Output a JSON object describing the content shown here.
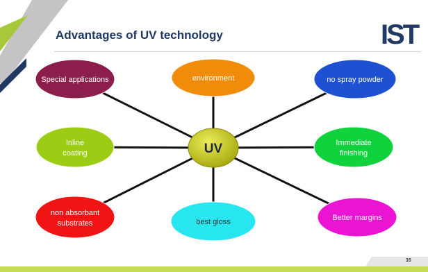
{
  "slide": {
    "title": "Advantages of UV technology",
    "logo_text": "IST",
    "page_number": "16"
  },
  "diagram": {
    "center": {
      "label": "UV",
      "color": "#c8c814"
    },
    "nodes": [
      {
        "id": "special-applications",
        "label": "Special applications",
        "color": "#8b1e4b"
      },
      {
        "id": "environment",
        "label": "environment",
        "color": "#f08c0a"
      },
      {
        "id": "no-spray-powder",
        "label": "no spray powder",
        "color": "#1e50d2"
      },
      {
        "id": "inline-coating",
        "label": "Inline coating",
        "color": "#9ccc14"
      },
      {
        "id": "immediate-finishing",
        "label": "Immediate finishing",
        "color": "#10d23c"
      },
      {
        "id": "non-absorbant-substrates",
        "label": "non absorbant substrates",
        "color": "#f01414"
      },
      {
        "id": "best-gloss",
        "label": "best gloss",
        "color": "#28e6f0"
      },
      {
        "id": "better-margins",
        "label": "Better margins",
        "color": "#ea14d2"
      }
    ]
  },
  "colors": {
    "title": "#1f3864",
    "accent_green": "#a8c83c",
    "accent_blue": "#1f3864",
    "accent_gray": "#c4c4c4"
  }
}
